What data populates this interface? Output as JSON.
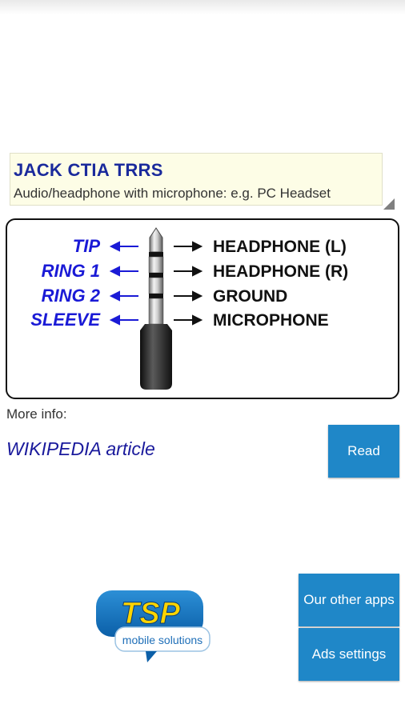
{
  "jack": {
    "title": "JACK CTIA TRRS",
    "subtitle": "Audio/headphone with microphone: e.g. PC Headset"
  },
  "diagram": {
    "left_labels": [
      "TIP",
      "RING 1",
      "RING 2",
      "SLEEVE"
    ],
    "right_labels": [
      "HEADPHONE (L)",
      "HEADPHONE (R)",
      "GROUND",
      "MICROPHONE"
    ]
  },
  "info": {
    "more_info": "More info:",
    "wiki_link": "WIKIPEDIA article",
    "read_button": "Read"
  },
  "logo": {
    "brand": "TSP",
    "tagline": "mobile solutions"
  },
  "buttons": {
    "other_apps": "Our other apps",
    "ads_settings": "Ads settings"
  },
  "colors": {
    "button_blue": "#1f87c8",
    "label_blue": "#1a1ad6",
    "title_blue": "#1a2a9c"
  }
}
